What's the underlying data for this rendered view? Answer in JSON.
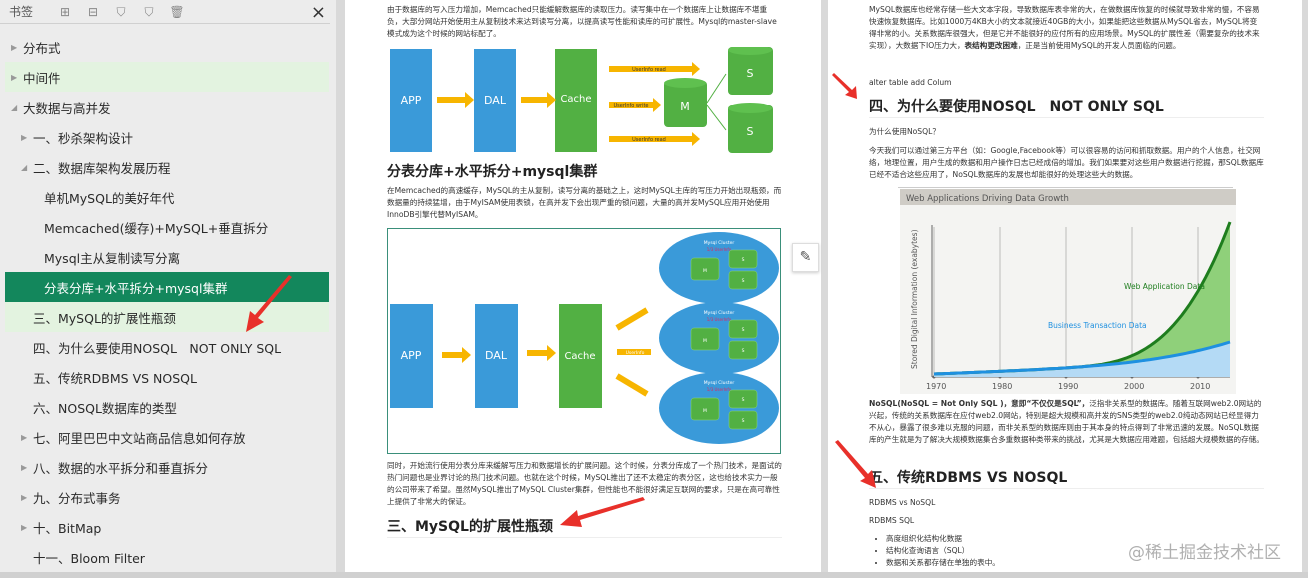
{
  "sidebar": {
    "title": "书签",
    "close": "×",
    "tools": [
      "add-bookmark",
      "remove-bookmark",
      "bookmark-add",
      "bookmark-edit",
      "delete"
    ],
    "items": [
      {
        "label": "分布式",
        "level": 0,
        "arrow": "collapsed"
      },
      {
        "label": "中间件",
        "level": 0,
        "arrow": "collapsed",
        "state": "hover"
      },
      {
        "label": "大数据与高并发",
        "level": 0,
        "arrow": "expanded"
      },
      {
        "label": "一、秒杀架构设计",
        "level": 1,
        "arrow": "collapsed"
      },
      {
        "label": "二、数据库架构发展历程",
        "level": 1,
        "arrow": "expanded"
      },
      {
        "label": "单机MySQL的美好年代",
        "level": 2
      },
      {
        "label": "Memcached(缓存)+MySQL+垂直拆分",
        "level": 2
      },
      {
        "label": "Mysql主从复制读写分离",
        "level": 2
      },
      {
        "label": "分表分库+水平拆分+mysql集群",
        "level": 2,
        "state": "selected"
      },
      {
        "label": "三、MySQL的扩展性瓶颈",
        "level": 1,
        "state": "hover"
      },
      {
        "label": "四、为什么要使用NOSQL　NOT ONLY SQL",
        "level": 1
      },
      {
        "label": "五、传统RDBMS VS NOSQL",
        "level": 1
      },
      {
        "label": "六、NOSQL数据库的类型",
        "level": 1
      },
      {
        "label": "七、阿里巴巴中文站商品信息如何存放",
        "level": 1,
        "arrow": "collapsed"
      },
      {
        "label": "八、数据的水平拆分和垂直拆分",
        "level": 1,
        "arrow": "collapsed"
      },
      {
        "label": "九、分布式事务",
        "level": 1,
        "arrow": "collapsed"
      },
      {
        "label": "十、BitMap",
        "level": 1,
        "arrow": "collapsed"
      },
      {
        "label": "十一、Bloom Filter",
        "level": 1
      }
    ]
  },
  "page1": {
    "para1": "由于数据库的写入压力增加，Memcached只能缓解数据库的读取压力。读写集中在一个数据库上让数据库不堪重负，大部分网站开始使用主从复制技术来达到读写分离，以提高读写性能和读库的可扩展性。Mysql的master-slave模式成为这个时候的网站标配了。",
    "diagram1": {
      "app": "APP",
      "dal": "DAL",
      "cache": "Cache",
      "m": "M",
      "s": "S",
      "read": "UserInfo  read",
      "write": "UserInfo  write"
    },
    "heading1": "分表分库+水平拆分+mysql集群",
    "para2": "在Memcached的高速缓存，MySQL的主从复制，读写分离的基础之上，这时MySQL主库的写压力开始出现瓶颈，而数据量的持续猛增，由于MyISAM使用表锁，在高并发下会出现严重的锁问题，大量的高并发MySQL应用开始使用InnoDB引擎代替MyISAM。",
    "diagram2": {
      "app": "APP",
      "dal": "DAL",
      "cache": "Cache",
      "cluster": "Mysql Cluster",
      "cluster_sub": "1/3 UserInfo",
      "userinfo": "UserInfo",
      "m": "M",
      "s": "S"
    },
    "para3": "同时，开始流行使用分表分库来缓解写压力和数据增长的扩展问题。这个时候，分表分库成了一个热门技术，是面试的热门问题也是业界讨论的热门技术问题。也就在这个时候，MySQL推出了还不太稳定的表分区，这也给技术实力一般的公司带来了希望。虽然MySQL推出了MySQL Cluster集群，但性能也不能很好满足互联网的要求，只是在高可靠性上提供了非常大的保证。",
    "heading2": "三、MySQL的扩展性瓶颈"
  },
  "page2": {
    "para1_a": "MySQL数据库也经常存储一些大文本字段，导致数据库表非常的大，在做数据库恢复的时候就导致非常的慢，不容易快速恢复数据库。比如1000万4KB大小的文本就接近40GB的大小，如果能把这些数据从MySQL省去，MySQL将变得非常的小。关系数据库很强大，但是它并不能很好的应付所有的应用场景。MySQL的扩展性差（需要复杂的技术来实现），大数据下IO压力大，",
    "para1_bold": "表结构更改困难",
    "para1_b": "，正是当前使用MySQL的开发人员面临的问题。",
    "alter": "alter table add Colum",
    "heading1": "四、为什么要使用NOSQL　NOT ONLY SQL",
    "why": "为什么使用NoSQL？",
    "para2": "今天我们可以通过第三方平台（如：Google,Facebook等）可以很容易的访问和抓取数据。用户的个人信息，社交网络，地理位置，用户生成的数据和用户操作日志已经成倍的增加。我们如果要对这些用户数据进行挖掘，那SQL数据库已经不适合这些应用了，NoSQL数据库的发展也却能很好的处理这些大的数据。",
    "figure": {
      "title": "Web Applications Driving Data Growth",
      "ylabel": "Stored Digital Information (exabytes)",
      "xticks": [
        "1970",
        "1980",
        "1990",
        "2000",
        "2010"
      ],
      "series_business": "Business Transaction Data",
      "series_web": "Web Application Data",
      "color_business": "#1e90e0",
      "color_web": "#1e7d1e"
    },
    "para3_bold": "NoSQL(NoSQL = Not Only SQL )，意即“不仅仅是SQL”，",
    "para3": "泛指非关系型的数据库。随着互联网web2.0网站的兴起，传统的关系数据库在应付web2.0网站，特别是超大规模和高并发的SNS类型的web2.0纯动态网站已经显得力不从心，暴露了很多难以克服的问题，而非关系型的数据库则由于其本身的特点得到了非常迅速的发展。NoSQL数据库的产生就是为了解决大规模数据集合多重数据种类带来的挑战，尤其是大数据应用难题，包括超大规模数据的存储。",
    "heading2": "五、传统RDBMS VS NOSQL",
    "rdbms_vs": "RDBMS vs NoSQL",
    "rdbms_sql": "RDBMS SQL",
    "bullets": [
      "高度组织化结构化数据",
      "结构化查询语言（SQL）",
      "数据和关系都存储在单独的表中。"
    ]
  },
  "watermark": "@稀土掘金技术社区",
  "colors": {
    "selected": "#13875c",
    "blue_box": "#3a9ad9",
    "green_box": "#52b043",
    "arrow": "#f7b500",
    "annotation": "#e8302a"
  }
}
